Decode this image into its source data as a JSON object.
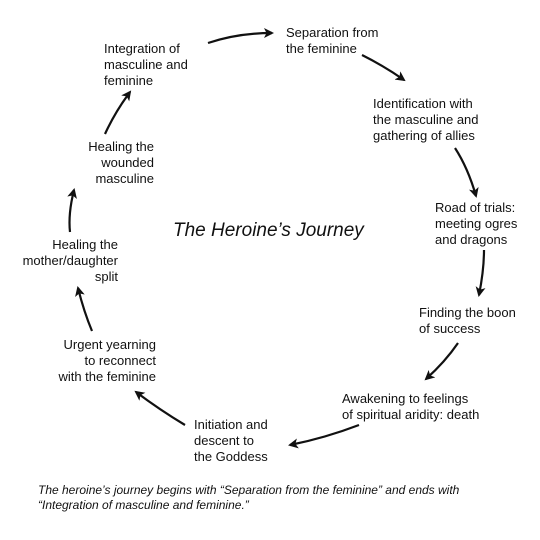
{
  "title": "The Heroine’s Journey",
  "stages": [
    "Separation from\nthe feminine",
    "Identification with\nthe masculine and\ngathering of allies",
    "Road of trials:\nmeeting ogres\nand dragons",
    "Finding the boon\nof success",
    "Awakening to feelings\nof spiritual aridity: death",
    "Initiation and\ndescent to\nthe Goddess",
    "Urgent yearning\nto reconnect\nwith the feminine",
    "Healing the\nmother/daughter\nsplit",
    "Healing the\nwounded\nmasculine",
    "Integration of\nmasculine and\nfeminine"
  ],
  "caption": "The heroine’s journey begins with “Separation from the feminine” and ends with\n“Integration of masculine and feminine.”",
  "colors": {
    "text": "#111111",
    "arrow": "#111111",
    "background": "#ffffff"
  }
}
